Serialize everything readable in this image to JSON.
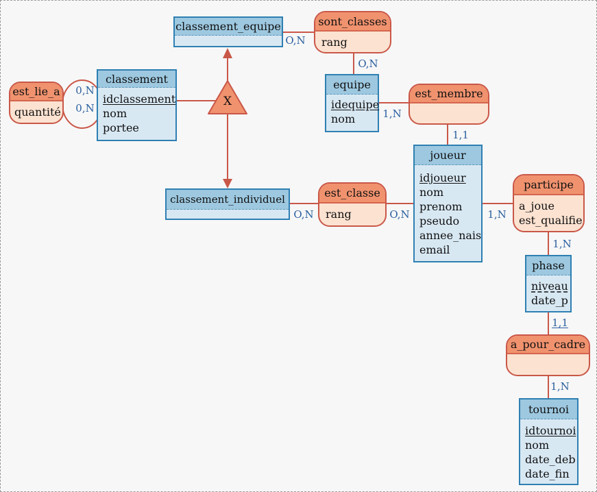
{
  "diagram_title": "MCD tournoi / classement (Merise entity-relationship diagram)",
  "palette": {
    "background": "#f7f7f7",
    "frame_dashed": "#999999",
    "entity_border": "#2e7fb2",
    "entity_header_fill": "#9dc8e0",
    "entity_body_fill": "#d8e8f3",
    "association_border": "#c95748",
    "association_header_fill": "#f0926e",
    "association_body_fill": "#fce2d1",
    "connector_line": "#c95748",
    "cardinality_text": "#2a5f9e"
  },
  "entities": [
    {
      "name": "classement",
      "attributes": [
        {
          "text": "idclassement",
          "underline": "solid"
        },
        {
          "text": "nom",
          "underline": "none"
        },
        {
          "text": "portee",
          "underline": "none"
        }
      ]
    },
    {
      "name": "classement_equipe",
      "attributes": []
    },
    {
      "name": "equipe",
      "attributes": [
        {
          "text": "idequipe",
          "underline": "solid"
        },
        {
          "text": "nom",
          "underline": "none"
        }
      ]
    },
    {
      "name": "classement_individuel",
      "attributes": []
    },
    {
      "name": "joueur",
      "attributes": [
        {
          "text": "idjoueur",
          "underline": "solid"
        },
        {
          "text": "nom",
          "underline": "none"
        },
        {
          "text": "prenom",
          "underline": "none"
        },
        {
          "text": "pseudo",
          "underline": "none"
        },
        {
          "text": "annee_nais",
          "underline": "none"
        },
        {
          "text": "email",
          "underline": "none"
        }
      ]
    },
    {
      "name": "phase",
      "attributes": [
        {
          "text": "niveau",
          "underline": "dashed"
        },
        {
          "text": "date_p",
          "underline": "none"
        }
      ]
    },
    {
      "name": "tournoi",
      "attributes": [
        {
          "text": "idtournoi",
          "underline": "solid"
        },
        {
          "text": "nom",
          "underline": "none"
        },
        {
          "text": "date_deb",
          "underline": "none"
        },
        {
          "text": "date_fin",
          "underline": "none"
        }
      ]
    }
  ],
  "associations": [
    {
      "name": "est_lie_a",
      "attributes": [
        "quantité"
      ]
    },
    {
      "name": "sont_classes",
      "attributes": [
        "rang"
      ]
    },
    {
      "name": "est_membre",
      "attributes": []
    },
    {
      "name": "est_classe",
      "attributes": [
        "rang"
      ]
    },
    {
      "name": "participe",
      "attributes": [
        "a_joue",
        "est_qualifie"
      ]
    },
    {
      "name": "a_pour_cadre",
      "attributes": []
    }
  ],
  "inheritance": {
    "symbol": "X"
  },
  "cardinalities": [
    {
      "value": "0,N",
      "between": "est_lie_a / classement (haut)"
    },
    {
      "value": "0,N",
      "between": "est_lie_a / classement (bas)"
    },
    {
      "value": "O,N",
      "between": "classement_equipe / sont_classes"
    },
    {
      "value": "O,N",
      "between": "sont_classes / equipe"
    },
    {
      "value": "1,N",
      "between": "equipe / est_membre"
    },
    {
      "value": "1,1",
      "between": "est_membre / joueur"
    },
    {
      "value": "O,N",
      "between": "classement_individuel / est_classe"
    },
    {
      "value": "O,N",
      "between": "est_classe / joueur"
    },
    {
      "value": "1,N",
      "between": "joueur / participe"
    },
    {
      "value": "1,N",
      "between": "participe / phase"
    },
    {
      "value": "1,1",
      "underlined": true,
      "between": "phase / a_pour_cadre"
    },
    {
      "value": "1,N",
      "between": "a_pour_cadre / tournoi"
    }
  ]
}
